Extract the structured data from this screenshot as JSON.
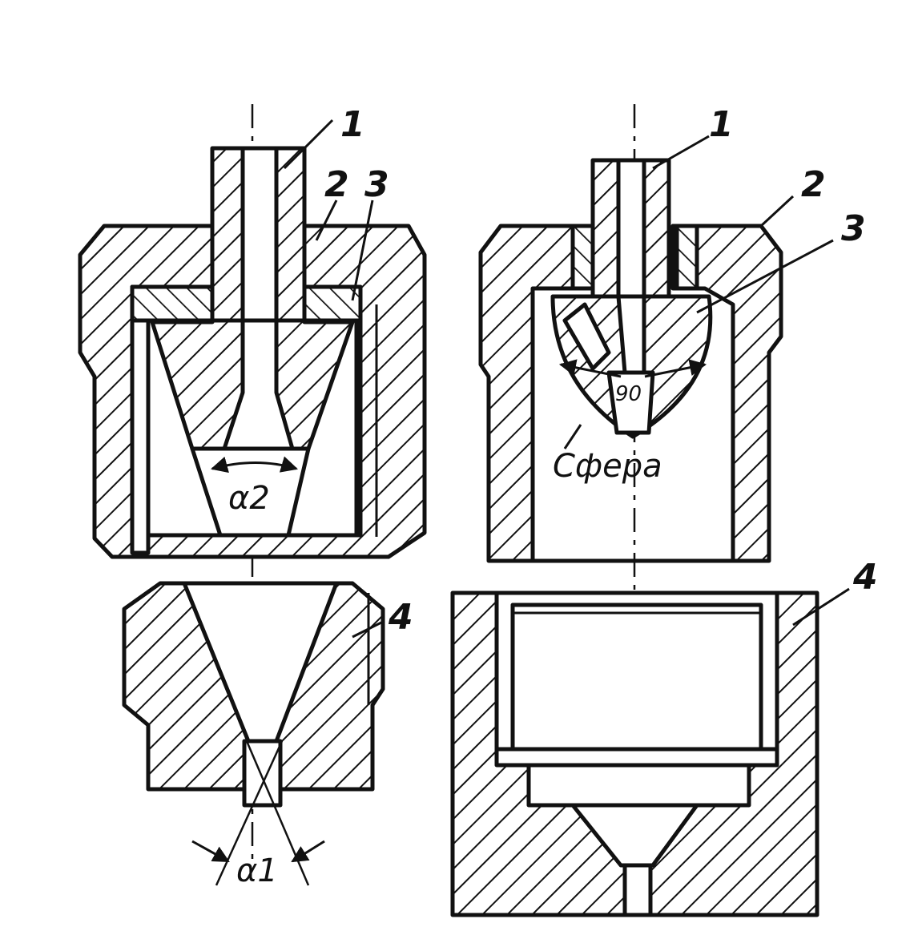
{
  "labels": {
    "left": {
      "p1": "1",
      "p2": "2",
      "p3": "3",
      "p4": "4",
      "alpha2": "α2",
      "alpha1": "α1"
    },
    "right": {
      "p1": "1",
      "p2": "2",
      "p3": "3",
      "p4": "4",
      "angle": "90",
      "sphere": "Сфера"
    }
  },
  "colors": {
    "ink": "#111111",
    "paper": "#ffffff"
  }
}
